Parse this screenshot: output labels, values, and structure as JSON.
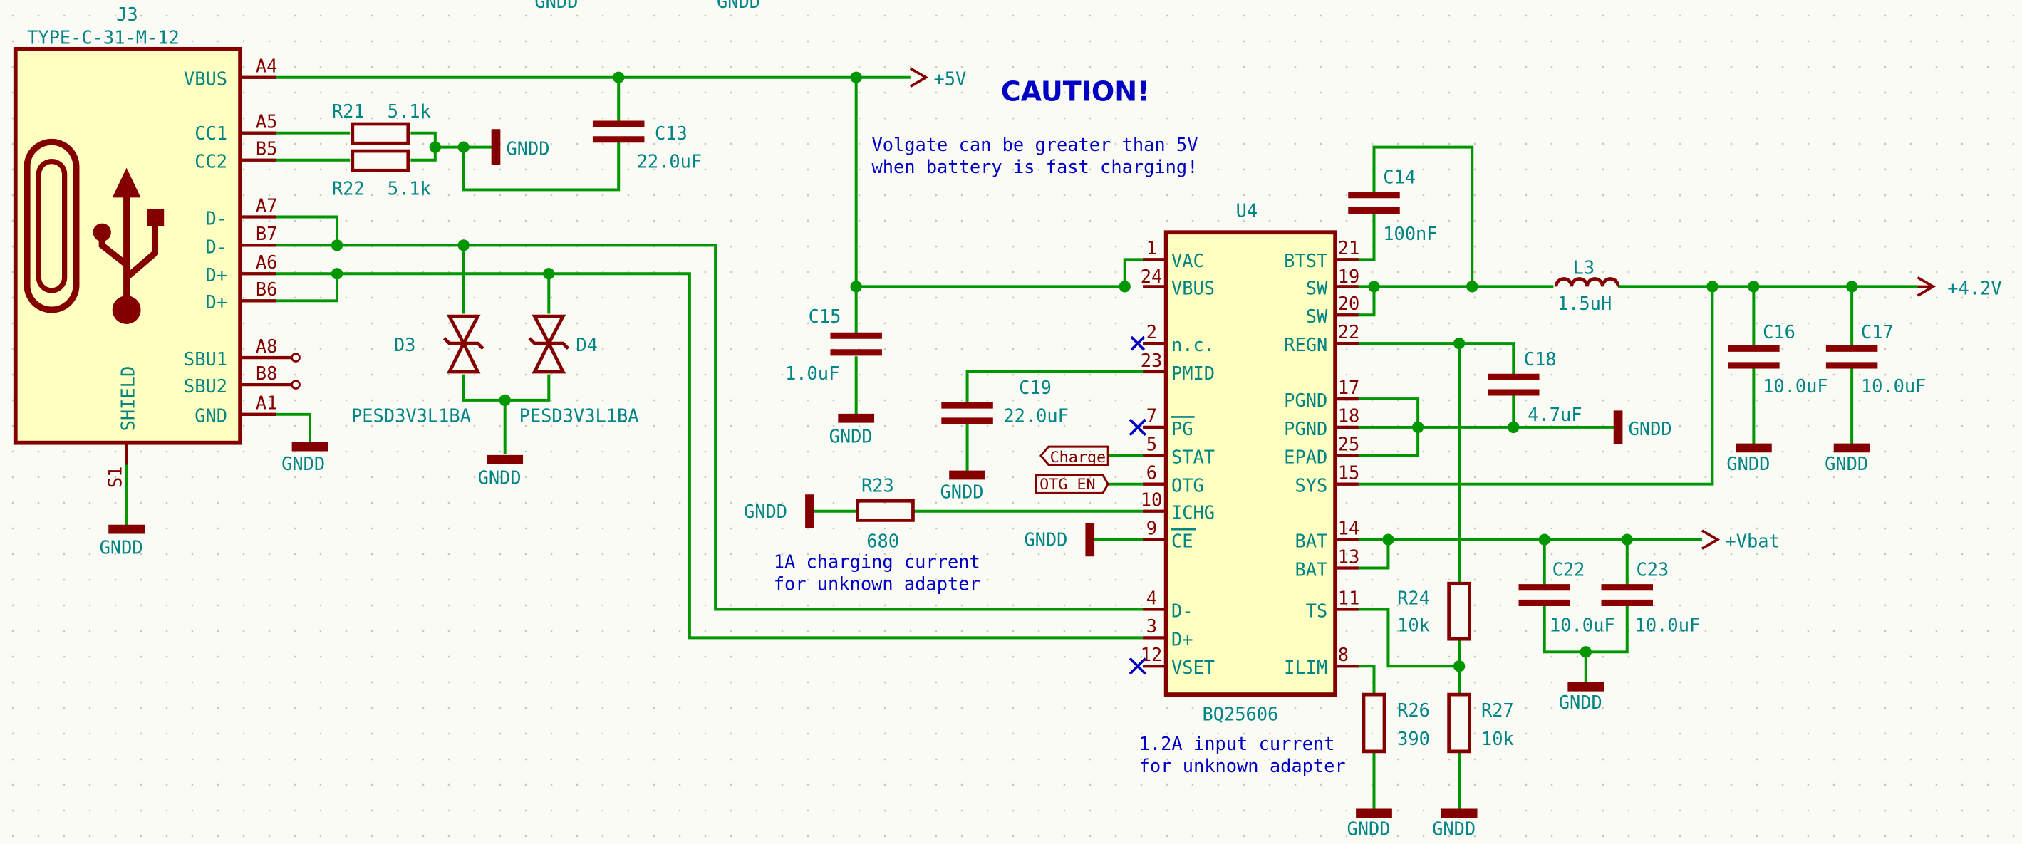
{
  "colors": {
    "wire": "#009600",
    "component": "#840000",
    "body_fill": "#ffffc2",
    "label": "#008484",
    "note": "#0000c4",
    "background": "#fbfbf6"
  },
  "labels": {
    "j3_ref": "J3",
    "j3_value": "TYPE-C-31-M-12",
    "s1": "S1",
    "u4_ref": "U4",
    "u4_value": "BQ25606",
    "r21": "R21",
    "r21_val": "5.1k",
    "r22": "R22",
    "r22_val": "5.1k",
    "c13": "C13",
    "c13_val": "22.0uF",
    "c14": "C14",
    "c14_val": "100nF",
    "c15": "C15",
    "c15_val": "1.0uF",
    "c16": "C16",
    "c16_val": "10.0uF",
    "c17": "C17",
    "c17_val": "10.0uF",
    "c18": "C18",
    "c18_val": "4.7uF",
    "c19": "C19",
    "c19_val": "22.0uF",
    "c22": "C22",
    "c22_val": "10.0uF",
    "c23": "C23",
    "c23_val": "10.0uF",
    "l3": "L3",
    "l3_val": "1.5uH",
    "r23": "R23",
    "r23_val": "680",
    "r24": "R24",
    "r24_val": "10k",
    "r26": "R26",
    "r26_val": "390",
    "r27": "R27",
    "r27_val": "10k",
    "d3": "D3",
    "d4": "D4",
    "d3_val": "PESD3V3L1BA",
    "d4_val": "PESD3V3L1BA",
    "gndd": "GNDD",
    "plus5v": "+5V",
    "plus4v2": "+4.2V",
    "vbat": "+Vbat",
    "charge": "Charge",
    "otg_en": "OTG_EN"
  },
  "j3_pins": [
    {
      "name": "VBUS",
      "num": "A4"
    },
    {
      "name": "CC1",
      "num": "A5"
    },
    {
      "name": "CC2",
      "num": "B5"
    },
    {
      "name": "D-",
      "num": "A7"
    },
    {
      "name": "D-",
      "num": "B7"
    },
    {
      "name": "D+",
      "num": "A6"
    },
    {
      "name": "D+",
      "num": "B6"
    },
    {
      "name": "SBU1",
      "num": "A8"
    },
    {
      "name": "SBU2",
      "num": "B8"
    },
    {
      "name": "GND",
      "num": "A1"
    },
    {
      "name": "SHIELD",
      "num": ""
    }
  ],
  "u4_pins_left": [
    {
      "name": "VAC",
      "num": "1"
    },
    {
      "name": "VBUS",
      "num": "24"
    },
    {
      "name": "n.c.",
      "num": "2"
    },
    {
      "name": "PMID",
      "num": "23"
    },
    {
      "name": "PG",
      "num": "7"
    },
    {
      "name": "STAT",
      "num": "5"
    },
    {
      "name": "OTG",
      "num": "6"
    },
    {
      "name": "ICHG",
      "num": "10"
    },
    {
      "name": "CE",
      "num": "9"
    },
    {
      "name": "D-",
      "num": "4"
    },
    {
      "name": "D+",
      "num": "3"
    },
    {
      "name": "VSET",
      "num": "12"
    }
  ],
  "u4_pins_right": [
    {
      "name": "BTST",
      "num": "21"
    },
    {
      "name": "SW",
      "num": "19"
    },
    {
      "name": "SW",
      "num": "20"
    },
    {
      "name": "REGN",
      "num": "22"
    },
    {
      "name": "PGND",
      "num": "17"
    },
    {
      "name": "PGND",
      "num": "18"
    },
    {
      "name": "EPAD",
      "num": "25"
    },
    {
      "name": "SYS",
      "num": "15"
    },
    {
      "name": "BAT",
      "num": "14"
    },
    {
      "name": "BAT",
      "num": "13"
    },
    {
      "name": "TS",
      "num": "11"
    },
    {
      "name": "ILIM",
      "num": "8"
    }
  ],
  "notes": {
    "caution": "CAUTION!",
    "volgate_1": "Volgate can be greater than 5V",
    "volgate_2": "when battery is fast charging!",
    "ichg_1": "1A charging current",
    "ichg_2": "for unknown adapter",
    "ilim_1": "1.2A input current",
    "ilim_2": "for unknown adapter"
  }
}
